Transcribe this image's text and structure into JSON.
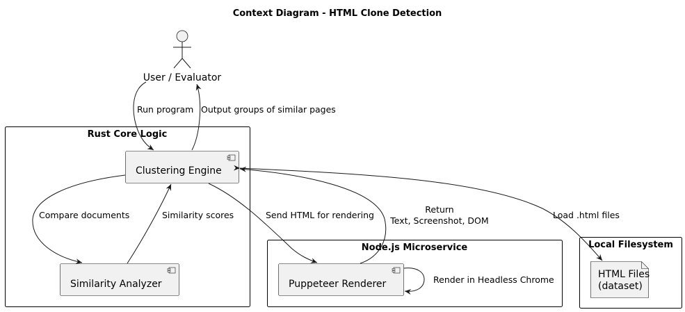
{
  "diagram": {
    "title": "Context Diagram - HTML Clone Detection",
    "actor": {
      "label": "User / Evaluator"
    },
    "packages": {
      "rust": "Rust Core Logic",
      "node": "Node.js Microservice",
      "fs": "Local Filesystem"
    },
    "components": {
      "clustering": "Clustering Engine",
      "similarity": "Similarity Analyzer",
      "puppeteer": "Puppeteer Renderer"
    },
    "artifact": {
      "line1": "HTML Files",
      "line2": "(dataset)"
    },
    "edges": {
      "run": "Run program",
      "output": "Output groups of similar pages",
      "compare": "Compare documents",
      "scores": "Similarity scores",
      "send": "Send HTML for rendering",
      "return_line1": "Return",
      "return_line2": "Text, Screenshot, DOM",
      "load": "Load .html files",
      "render": "Render in Headless Chrome"
    }
  }
}
